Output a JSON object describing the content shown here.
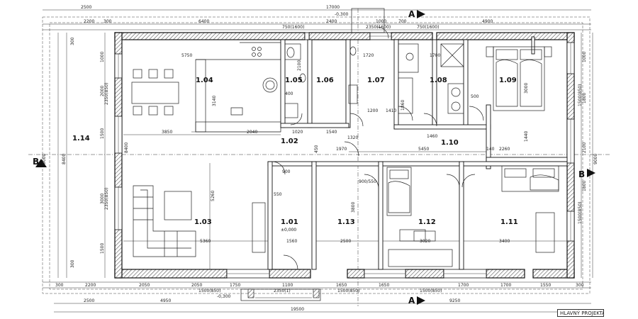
{
  "rooms": {
    "r101": "1.01",
    "r102": "1.02",
    "r103": "1.03",
    "r104": "1.04",
    "r105": "1.05",
    "r106": "1.06",
    "r107": "1.07",
    "r108": "1.08",
    "r109": "1.09",
    "r110": "1.10",
    "r111": "1.11",
    "r112": "1.12",
    "r113": "1.13",
    "r114": "1.14"
  },
  "top_dims": {
    "row1_a": "2500",
    "row1_b": "17000",
    "row2_a": "300",
    "row2_b": "2200",
    "row2_c": "6400",
    "row2_d": "2400",
    "row2_e": "1000",
    "row2_f": "700",
    "row2_g": "4900",
    "row3_a": "750(1600)",
    "row3_b": "2350(1600)",
    "row3_c": "750(1600)",
    "level_top": "-0,300"
  },
  "bottom_dims": {
    "b1_a": "300",
    "b1_b": "2200",
    "b1_c": "2050",
    "b1_d": "2050",
    "b1_e": "1750",
    "b1_f": "1100",
    "b1_g": "1650",
    "b1_h": "1650",
    "b1_i": "1700",
    "b1_j": "1700",
    "b1_k": "1550",
    "b1_l": "300",
    "b2_a": "1500(850)",
    "b2_b": "2350(1)",
    "b2_c": "1500(850)",
    "b2_d": "1500(850)",
    "b3_a": "2500",
    "b3_b": "4950",
    "b3_c": "9250",
    "b4": "19500",
    "level_bottom": "-0,300"
  },
  "left_dims": {
    "l_a": "1000",
    "l_b": "2000",
    "l_c": "1500",
    "l_d": "3000",
    "l_e": "1500",
    "l_f": "2350(850)",
    "l_g": "2350(850)",
    "l_total": "8400",
    "l_outer": "9000",
    "l_s1": "300",
    "l_s2": "300"
  },
  "right_dims": {
    "r_a": "1000",
    "r_b": "1800",
    "r_c": "2100",
    "r_d": "1800",
    "r_e": "1500(850)",
    "r_f": "1500(850)",
    "r_outer": "9000"
  },
  "inner_dims": {
    "d5750": "5750",
    "d3140": "3140",
    "d3850": "3850",
    "d2040": "2040",
    "d1020": "1020",
    "d1540": "1540",
    "d1320": "1320",
    "d8400": "8400",
    "d5260": "5260",
    "d5360": "5360",
    "d1720": "1720",
    "d1200": "1200",
    "d1410": "1410",
    "d1860": "1860",
    "d1700": "1700",
    "d2100": "2100",
    "d400": "400",
    "d3000": "3000",
    "d1440": "1440",
    "d2260": "2260",
    "d5450": "5450",
    "d140": "140",
    "d500": "500",
    "d450": "450",
    "d1970": "1970",
    "d900": "900",
    "d3800": "3800",
    "d2500": "2500",
    "d3020": "3020",
    "d3400": "3400",
    "d1560": "1560",
    "d550": "550",
    "d1460": "1460",
    "d900_550": "900/550"
  },
  "levels": {
    "floor": "±0,000"
  },
  "section_marks": {
    "a_top": "A",
    "a_bottom": "A",
    "b_right": "B",
    "b_left": "B"
  },
  "footer": {
    "label": "HLAVNÝ PROJEKTANT"
  },
  "colors": {
    "ink": "#111111",
    "hatch": "#555555"
  }
}
